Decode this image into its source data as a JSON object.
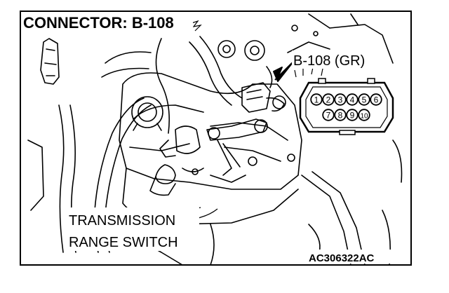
{
  "figure": {
    "connector_title": "CONNECTOR: B-108",
    "connector_callout": "B-108 (GR)",
    "component_label_line1": "TRANSMISSION",
    "component_label_line2": "RANGE SWITCH",
    "figure_code": "AC306322AC"
  },
  "connector_pins": {
    "top_row": [
      "1",
      "2",
      "3",
      "4",
      "5",
      "6"
    ],
    "bottom_row": [
      "7",
      "8",
      "9",
      "10"
    ]
  },
  "colors": {
    "line": "#000000",
    "background": "#ffffff"
  }
}
